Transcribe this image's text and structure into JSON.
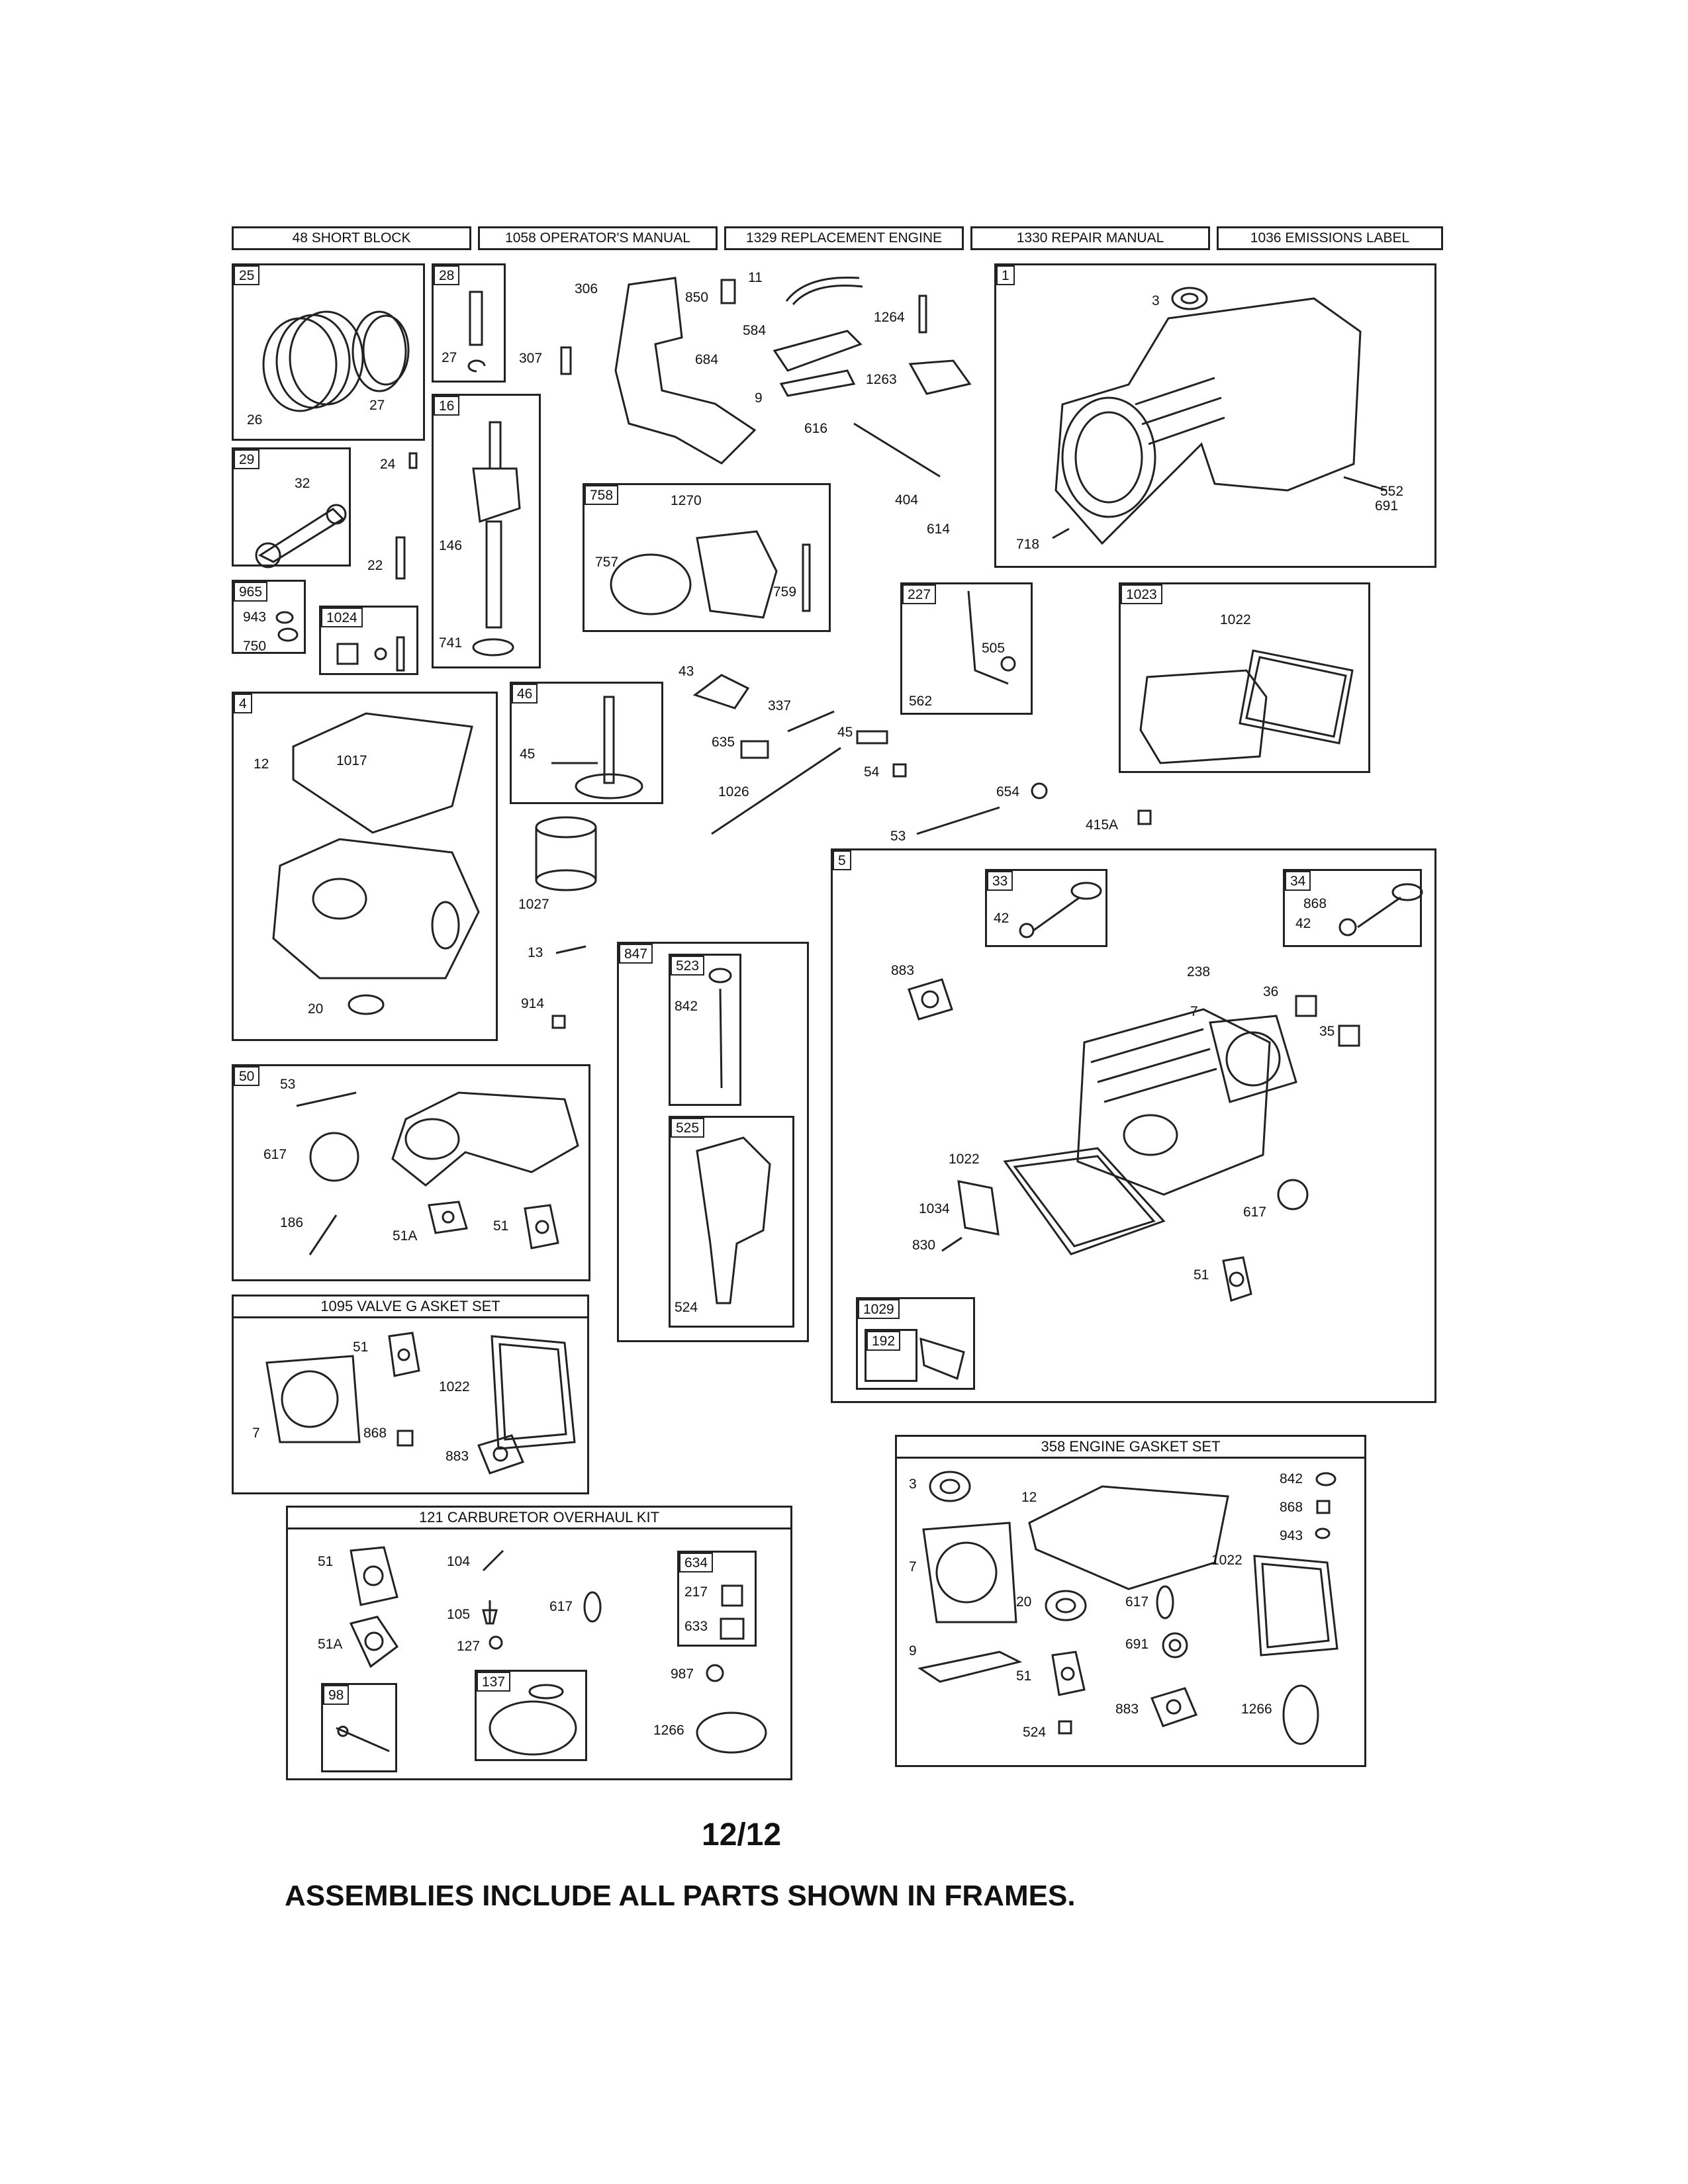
{
  "header_boxes": [
    "48 SHORT BLOCK",
    "1058 OPERATOR'S MANUAL",
    "1329 REPLACEMENT ENGINE",
    "1330 REPAIR MANUAL",
    "1036 EMISSIONS LABEL"
  ],
  "frames": {
    "f25": {
      "tag": "25",
      "labels": [
        "26",
        "27"
      ]
    },
    "f28": {
      "tag": "28",
      "labels": [
        "27"
      ]
    },
    "f16": {
      "tag": "16",
      "labels": [
        "146",
        "741"
      ]
    },
    "f29": {
      "tag": "29",
      "labels": [
        "32"
      ]
    },
    "f965": {
      "tag": "965",
      "labels": [
        "943",
        "750"
      ]
    },
    "f1024": {
      "tag": "1024"
    },
    "f758": {
      "tag": "758",
      "labels": [
        "1270",
        "757",
        "759"
      ]
    },
    "f1": {
      "tag": "1",
      "labels": [
        "3",
        "552",
        "691",
        "718"
      ]
    },
    "f227": {
      "tag": "227",
      "labels": [
        "505",
        "562"
      ]
    },
    "f1023": {
      "tag": "1023",
      "labels": [
        "1022"
      ]
    },
    "f4": {
      "tag": "4",
      "labels": [
        "12",
        "1017",
        "20"
      ]
    },
    "f46": {
      "tag": "46",
      "labels": [
        "45"
      ]
    },
    "f847": {
      "tag": "847"
    },
    "f523": {
      "tag": "523",
      "labels": [
        "842"
      ]
    },
    "f525": {
      "tag": "525",
      "labels": [
        "524"
      ]
    },
    "f5": {
      "tag": "5",
      "labels": [
        "883",
        "238",
        "36",
        "7",
        "35",
        "1022",
        "1034",
        "830",
        "617",
        "51"
      ]
    },
    "f33": {
      "tag": "33",
      "labels": [
        "42"
      ]
    },
    "f34": {
      "tag": "34",
      "labels": [
        "868",
        "42"
      ]
    },
    "f1029": {
      "tag": "1029"
    },
    "f192": {
      "tag": "192"
    },
    "f50": {
      "tag": "50",
      "labels": [
        "53",
        "617",
        "186",
        "51A",
        "51"
      ]
    },
    "f1095": {
      "title": "1095 VALVE G   ASKET SET",
      "labels": [
        "51",
        "1022",
        "7",
        "868",
        "883"
      ]
    },
    "f121": {
      "title": "121 CARBURETOR OVERHAUL KIT",
      "labels": [
        "51",
        "104",
        "105",
        "617",
        "51A",
        "127",
        "987",
        "1266"
      ]
    },
    "f634": {
      "tag": "634",
      "labels": [
        "217",
        "633"
      ]
    },
    "f98": {
      "tag": "98"
    },
    "f137": {
      "tag": "137"
    },
    "f358": {
      "title": "358 ENGINE GASKET SET",
      "labels": [
        "3",
        "842",
        "12",
        "868",
        "943",
        "7",
        "1022",
        "20",
        "617",
        "9",
        "691",
        "51",
        "883",
        "1266",
        "524"
      ]
    }
  },
  "loose_labels": [
    "306",
    "850",
    "11",
    "1264",
    "307",
    "584",
    "684",
    "1263",
    "9",
    "616",
    "404",
    "614",
    "24",
    "22",
    "43",
    "337",
    "635",
    "45",
    "54",
    "1026",
    "654",
    "53",
    "415A",
    "1027",
    "13",
    "914"
  ],
  "page_number": "12/12",
  "footer": "ASSEMBLIES INCLUDE ALL PARTS SHOWN IN FRAMES."
}
